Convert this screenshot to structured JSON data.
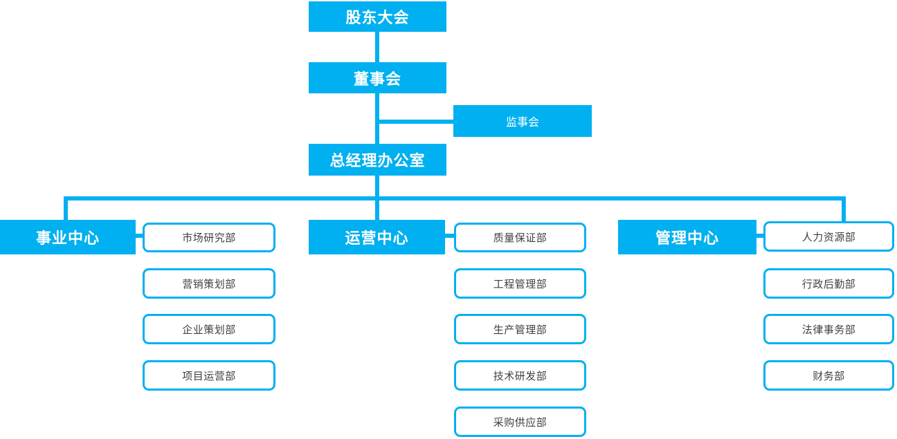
{
  "colors": {
    "accent": "#00B0F0",
    "node_text": "#FFFFFF",
    "dept_text": "#3F3F3F",
    "background": "#FFFFFF"
  },
  "org": {
    "root": {
      "label": "股东大会"
    },
    "board": {
      "label": "董事会"
    },
    "supervisory": {
      "label": "监事会"
    },
    "gm_office": {
      "label": "总经理办公室"
    },
    "groups": [
      {
        "center": "事业中心",
        "departments": [
          "市场研究部",
          "营销策划部",
          "企业策划部",
          "项目运营部"
        ]
      },
      {
        "center": "运营中心",
        "departments": [
          "质量保证部",
          "工程管理部",
          "生产管理部",
          "技术研发部",
          "采购供应部"
        ]
      },
      {
        "center": "管理中心",
        "departments": [
          "人力资源部",
          "行政后勤部",
          "法律事务部",
          "财务部"
        ]
      }
    ]
  }
}
